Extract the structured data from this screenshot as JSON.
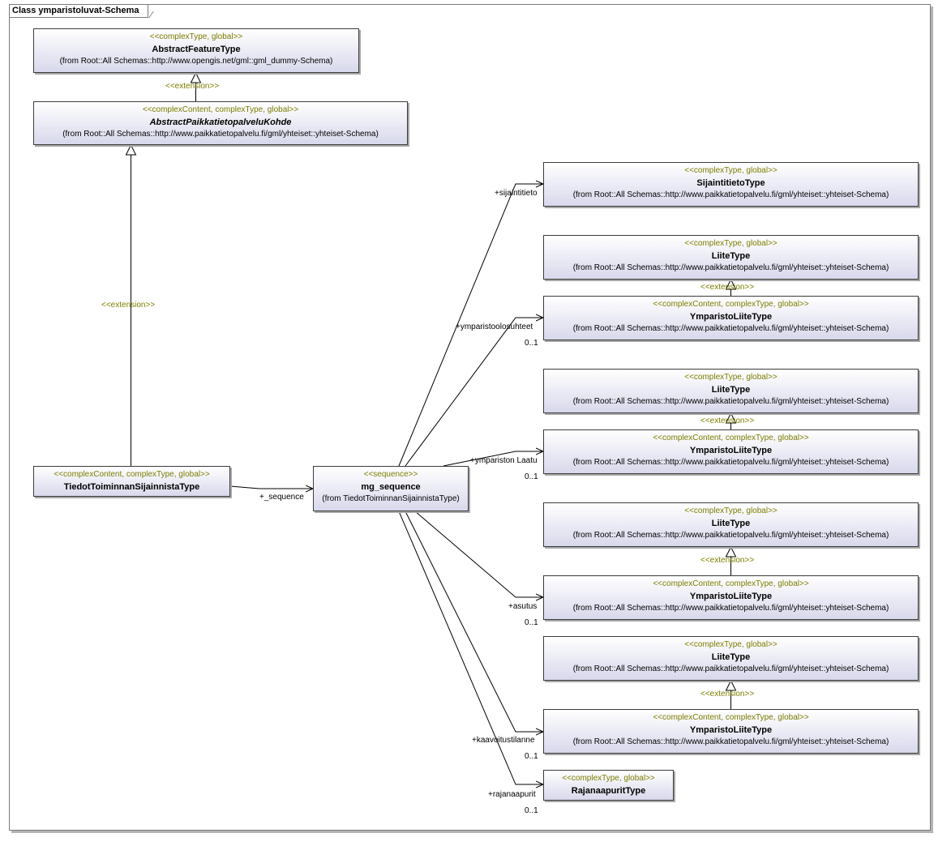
{
  "diagram": {
    "title": "Class ymparistoluvat-Schema"
  },
  "classes": {
    "abstractFeature": {
      "stereotype": "<<complexType, global>>",
      "name": "AbstractFeatureType",
      "from": "(from Root::All Schemas::http://www.opengis.net/gml::gml_dummy-Schema)"
    },
    "abstractKohde": {
      "stereotype": "<<complexContent, complexType, global>>",
      "name": "AbstractPaikkatietopalveluKohde",
      "from": "(from Root::All Schemas::http://www.paikkatietopalvelu.fi/gml/yhteiset::yhteiset-Schema)"
    },
    "tiedot": {
      "stereotype": "<<complexContent, complexType, global>>",
      "name": "TiedotToiminnanSijainnistaType"
    },
    "mgSequence": {
      "stereotype": "<<sequence>>",
      "name": "mg_sequence",
      "from": "(from TiedotToiminnanSijainnistaType)"
    },
    "sijaintitieto": {
      "stereotype": "<<complexType, global>>",
      "name": "SijaintitietoType",
      "from": "(from Root::All Schemas::http://www.paikkatietopalvelu.fi/gml/yhteiset::yhteiset-Schema)"
    },
    "liite1": {
      "stereotype": "<<complexType, global>>",
      "name": "LiiteType",
      "from": "(from Root::All Schemas::http://www.paikkatietopalvelu.fi/gml/yhteiset::yhteiset-Schema)"
    },
    "ympLiite1": {
      "stereotype": "<<complexContent, complexType, global>>",
      "name": "YmparistoLiiteType",
      "from": "(from Root::All Schemas::http://www.paikkatietopalvelu.fi/gml/yhteiset::yhteiset-Schema)"
    },
    "liite2": {
      "stereotype": "<<complexType, global>>",
      "name": "LiiteType",
      "from": "(from Root::All Schemas::http://www.paikkatietopalvelu.fi/gml/yhteiset::yhteiset-Schema)"
    },
    "ympLiite2": {
      "stereotype": "<<complexContent, complexType, global>>",
      "name": "YmparistoLiiteType",
      "from": "(from Root::All Schemas::http://www.paikkatietopalvelu.fi/gml/yhteiset::yhteiset-Schema)"
    },
    "liite3": {
      "stereotype": "<<complexType, global>>",
      "name": "LiiteType",
      "from": "(from Root::All Schemas::http://www.paikkatietopalvelu.fi/gml/yhteiset::yhteiset-Schema)"
    },
    "ympLiite3": {
      "stereotype": "<<complexContent, complexType, global>>",
      "name": "YmparistoLiiteType",
      "from": "(from Root::All Schemas::http://www.paikkatietopalvelu.fi/gml/yhteiset::yhteiset-Schema)"
    },
    "liite4": {
      "stereotype": "<<complexType, global>>",
      "name": "LiiteType",
      "from": "(from Root::All Schemas::http://www.paikkatietopalvelu.fi/gml/yhteiset::yhteiset-Schema)"
    },
    "ympLiite4": {
      "stereotype": "<<complexContent, complexType, global>>",
      "name": "YmparistoLiiteType",
      "from": "(from Root::All Schemas::http://www.paikkatietopalvelu.fi/gml/yhteiset::yhteiset-Schema)"
    },
    "rajanaapurit": {
      "stereotype": "<<complexType, global>>",
      "name": "RajanaapuritType"
    }
  },
  "edges": {
    "extension": "<<extension>>",
    "sequence_role": "+_sequence",
    "roles": {
      "sijaintitieto": "+sijaintitieto",
      "ymparistoolosuhteet": "+ymparistoolosuhteet",
      "ympariston_laatu": "+ympariston Laatu",
      "asutus": "+asutus",
      "kaavoitustilanne": "+kaavoitustilanne",
      "rajanaapurit": "+rajanaapurit"
    },
    "multiplicity": "0..1"
  },
  "colors": {
    "stereotype": "#7d7d00",
    "box_gradient_bottom": "#d8d8ec",
    "line": "#000000"
  }
}
